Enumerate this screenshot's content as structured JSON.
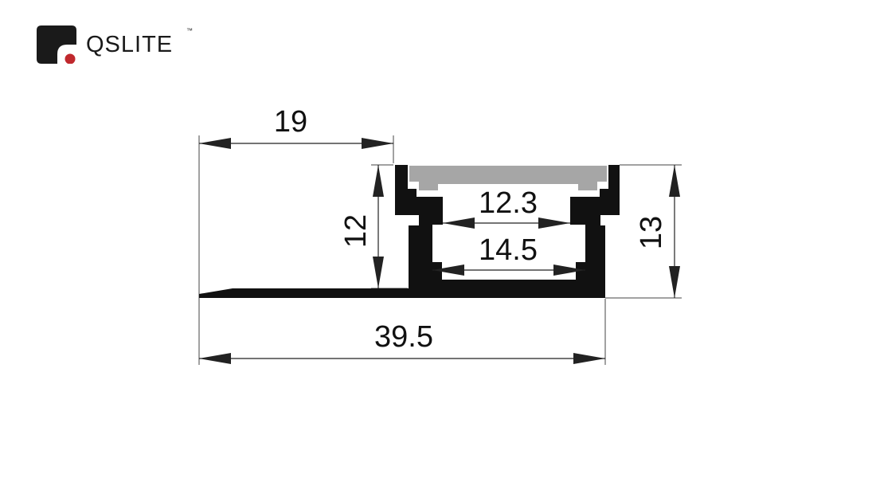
{
  "brand": {
    "name": "QSLITE",
    "trademark": "™",
    "mark_color": "#1a1a1a",
    "dot_color": "#c0282d"
  },
  "profile": {
    "body_color": "#111111",
    "diffuser_color": "#a6a6a6",
    "dimension_line_color": "#222222"
  },
  "dimensions": {
    "flange_width": "19",
    "height_left": "12",
    "height_right": "13",
    "inner_width_top": "12.3",
    "inner_width_bottom": "14.5",
    "total_width": "39.5"
  }
}
